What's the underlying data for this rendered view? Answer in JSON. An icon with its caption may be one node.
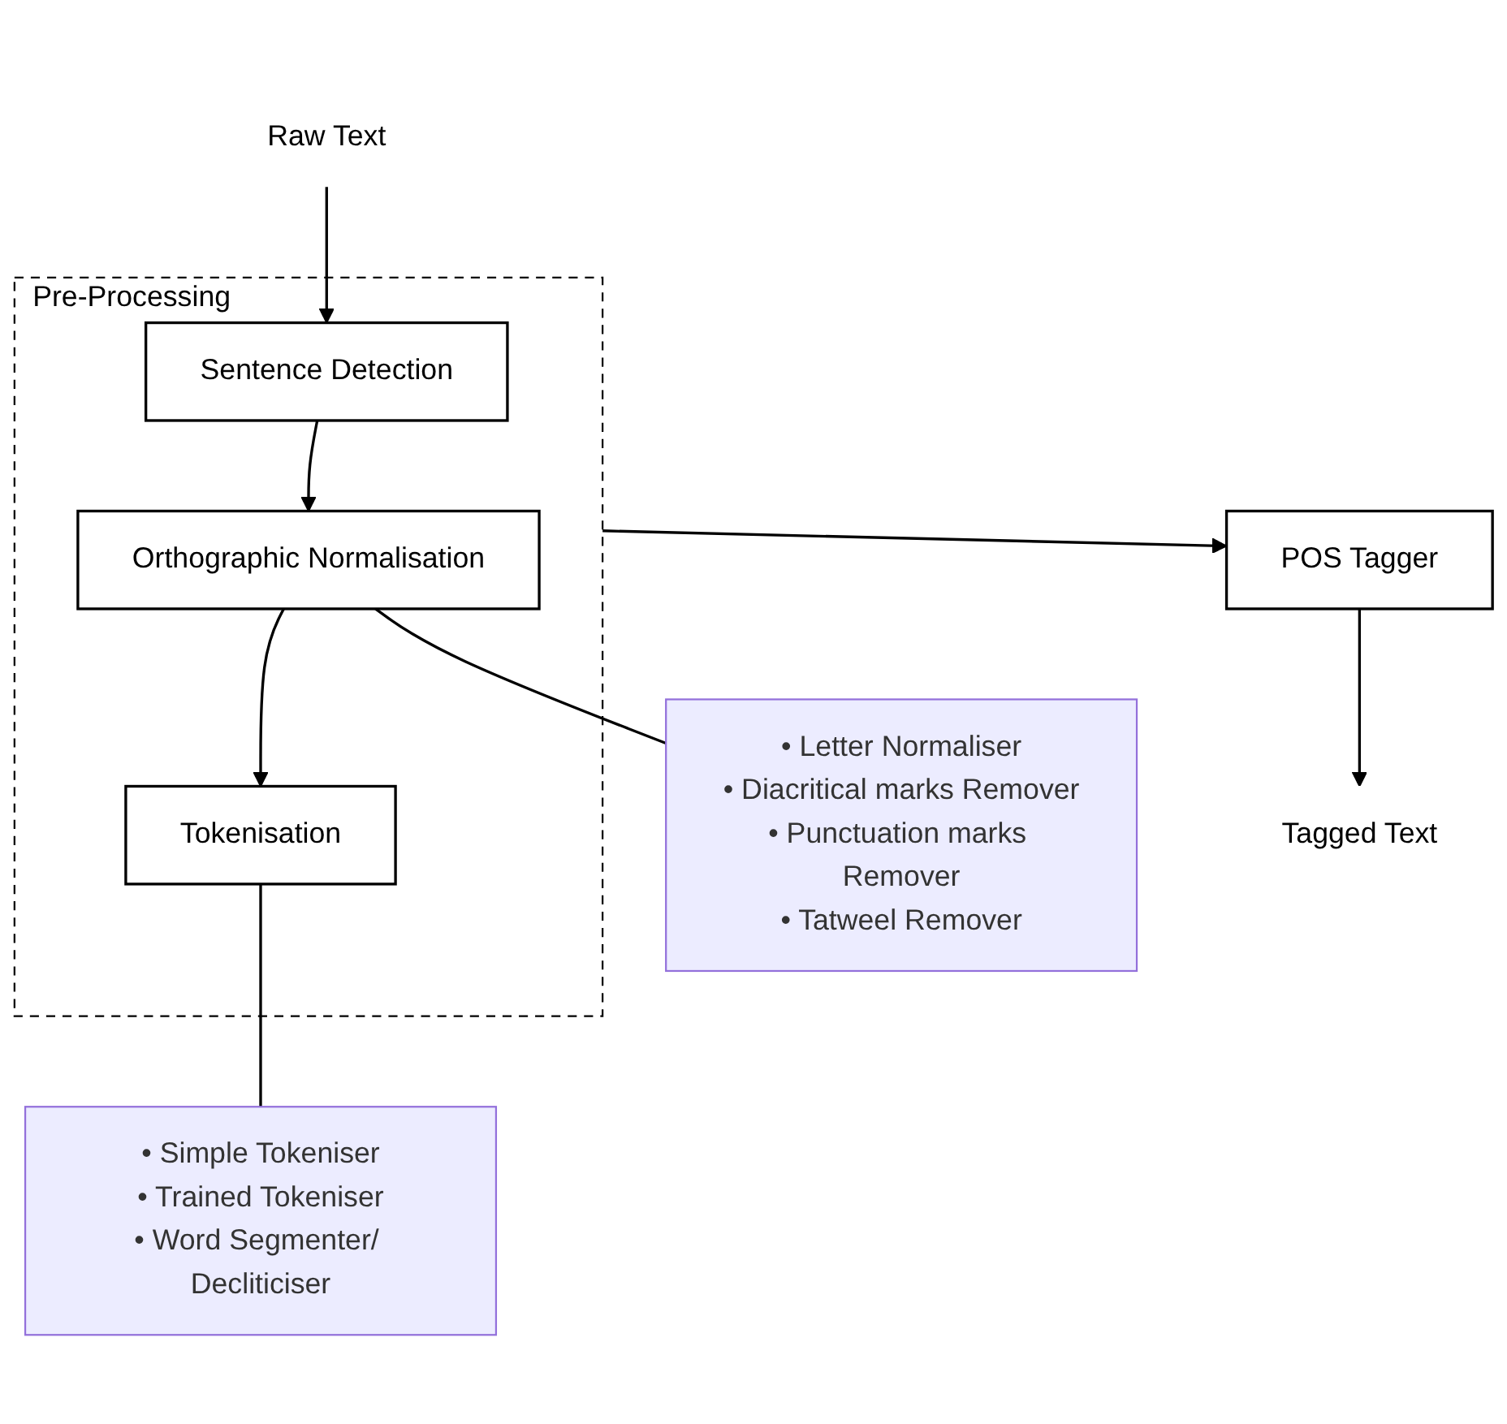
{
  "diagram": {
    "nodes": [
      {
        "text": [
          "Raw Text"
        ]
      },
      {
        "text": [
          "Pre-Processing"
        ]
      },
      {
        "text": [
          "Sentence Detection"
        ],
        "in": 1
      },
      {
        "text": [
          "Orthographic Normalisation"
        ],
        "in": 1
      },
      {
        "text": [
          "Tokenisation"
        ],
        "in": 1
      },
      {
        "text": [
          "• Letter Normaliser",
          "• Diacritical marks Remover",
          "• Punctuation marks Remover",
          "• Tatweel Remover"
        ]
      },
      {
        "text": [
          "• Simple Tokeniser",
          "• Trained Tokeniser",
          "• Word Segmenter/ Decliticiser"
        ]
      },
      {
        "text": [
          "POS Tagger"
        ]
      },
      {
        "text": [
          "Tagged Text"
        ]
      }
    ],
    "edges": [
      {
        "from": 0,
        "to": 2,
        "arrow": "to"
      },
      {
        "from": 2,
        "to": 3,
        "arrow": "to"
      },
      {
        "from": 3,
        "to": 4,
        "arrow": "to"
      },
      {
        "from": 3,
        "to": 5,
        "arrow": "none"
      },
      {
        "from": 4,
        "to": 6,
        "arrow": "none"
      },
      {
        "from": 1,
        "to": 7,
        "arrow": "to"
      },
      {
        "from": 7,
        "to": 8,
        "arrow": "to"
      }
    ]
  }
}
